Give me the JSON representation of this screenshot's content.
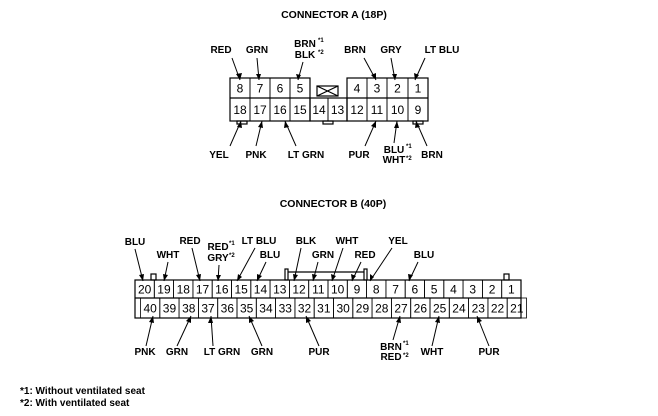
{
  "connector_a": {
    "title": "CONNECTOR A (18P)",
    "top_row": [
      "8",
      "7",
      "6",
      "5",
      "4",
      "3",
      "2",
      "1"
    ],
    "bottom_row": [
      "18",
      "17",
      "16",
      "15",
      "14",
      "13",
      "12",
      "11",
      "10",
      "9"
    ],
    "top_labels": {
      "red": "RED",
      "grn": "GRN",
      "brn_a": "BRN",
      "brn_a_sup": "*1",
      "blk": "BLK",
      "blk_sup": "*2",
      "brn_b": "BRN",
      "gry": "GRY",
      "lt_blu": "LT BLU"
    },
    "bottom_labels": {
      "yel": "YEL",
      "pnk": "PNK",
      "lt_grn": "LT GRN",
      "pur": "PUR",
      "blu": "BLU",
      "blu_sup": "*1",
      "wht": "WHT",
      "wht_sup": "*2",
      "brn": "BRN"
    }
  },
  "connector_b": {
    "title": "CONNECTOR B (40P)",
    "top_row": [
      "20",
      "19",
      "18",
      "17",
      "16",
      "15",
      "14",
      "13",
      "12",
      "11",
      "10",
      "9",
      "8",
      "7",
      "6",
      "5",
      "4",
      "3",
      "2",
      "1"
    ],
    "bottom_row": [
      "40",
      "39",
      "38",
      "37",
      "36",
      "35",
      "34",
      "33",
      "32",
      "31",
      "30",
      "29",
      "28",
      "27",
      "26",
      "25",
      "24",
      "23",
      "22",
      "21"
    ],
    "top_labels": {
      "blu_a": "BLU",
      "wht_a": "WHT",
      "red_a": "RED",
      "red_b": "RED",
      "red_b_sup": "*1",
      "gry": "GRY",
      "gry_sup": "*2",
      "lt_blu": "LT BLU",
      "blu_b": "BLU",
      "blk": "BLK",
      "grn": "GRN",
      "wht_b": "WHT",
      "red_c": "RED",
      "yel": "YEL",
      "blu_c": "BLU"
    },
    "bottom_labels": {
      "pnk": "PNK",
      "grn_a": "GRN",
      "lt_grn": "LT GRN",
      "grn_b": "GRN",
      "pur_a": "PUR",
      "brn": "BRN",
      "brn_sup": "*1",
      "red": "RED",
      "red_sup": "*2",
      "wht": "WHT",
      "pur_b": "PUR"
    }
  },
  "footnotes": {
    "note1": "*1: Without ventilated seat",
    "note2": "*2: With ventilated seat"
  }
}
